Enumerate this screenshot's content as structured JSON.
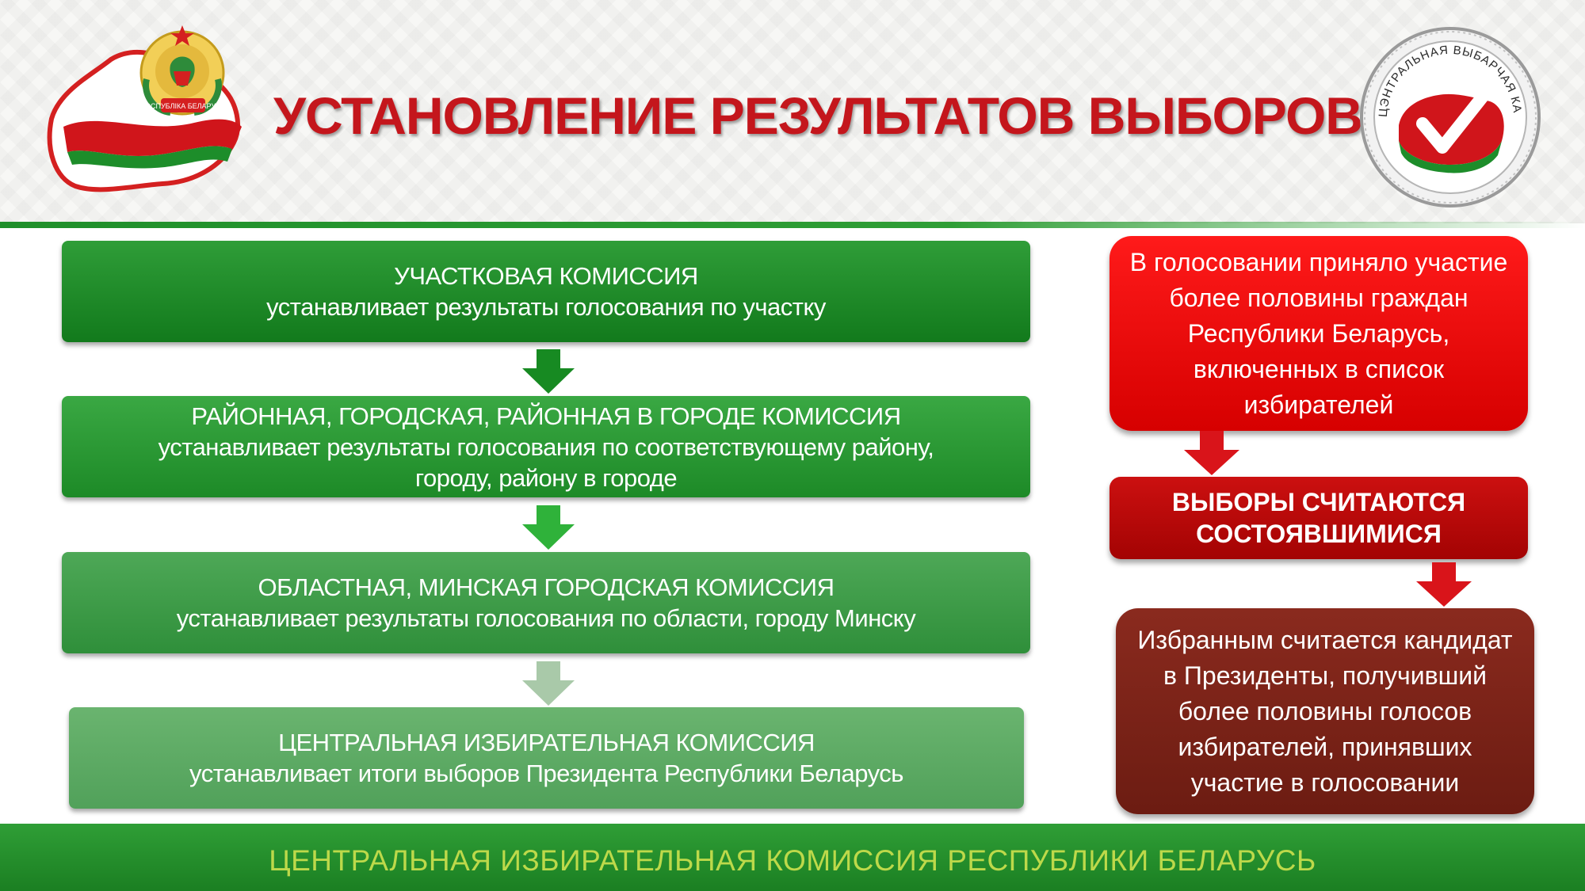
{
  "header": {
    "title": "УСТАНОВЛЕНИЕ РЕЗУЛЬТАТОВ  ВЫБОРОВ",
    "emblem_ribbon_text": "РЭСПУБЛІКА БЕЛАРУСЬ",
    "cec_logo_text": "ЦЭНТРАЛЬНАЯ ВЫБАРЧАЯ КАМІСІЯ"
  },
  "steps": [
    {
      "heading": "УЧАСТКОВАЯ КОМИССИЯ",
      "lines": [
        "устанавливает результаты голосования по участку"
      ]
    },
    {
      "heading": "РАЙОННАЯ, ГОРОДСКАЯ, РАЙОННАЯ В ГОРОДЕ КОМИССИЯ",
      "lines": [
        "устанавливает результаты голосования по соответствующему району,",
        "городу, району в городе"
      ]
    },
    {
      "heading": "ОБЛАСТНАЯ, МИНСКАЯ ГОРОДСКАЯ КОМИССИЯ",
      "lines": [
        "устанавливает результаты голосования по области, городу Минску"
      ]
    },
    {
      "heading": "ЦЕНТРАЛЬНАЯ ИЗБИРАТЕЛЬНАЯ КОМИССИЯ",
      "lines": [
        "устанавливает итоги выборов Президента Республики Беларусь"
      ]
    }
  ],
  "conditions": {
    "turnout": [
      "В голосовании приняло участие",
      "более половины граждан",
      "Республики Беларусь,",
      "включенных в список",
      "избирателей"
    ],
    "valid": [
      "ВЫБОРЫ СЧИТАЮТСЯ",
      "СОСТОЯВШИМИСЯ"
    ],
    "elected": [
      "Избранным считается кандидат",
      "в Президенты, получивший",
      "более половины голосов",
      "избирателей, принявших",
      "участие в голосовании"
    ]
  },
  "footer": {
    "text": "ЦЕНТРАЛЬНАЯ ИЗБИРАТЕЛЬНАЯ КОМИССИЯ РЕСПУБЛИКИ БЕЛАРУСЬ"
  },
  "colors": {
    "title_red": "#c4161c",
    "green_dark": "#127a1c",
    "red_box": "#e60000",
    "dark_red_box": "#a30303",
    "brown_box": "#7a2218",
    "footer_text": "#bdd94a"
  }
}
